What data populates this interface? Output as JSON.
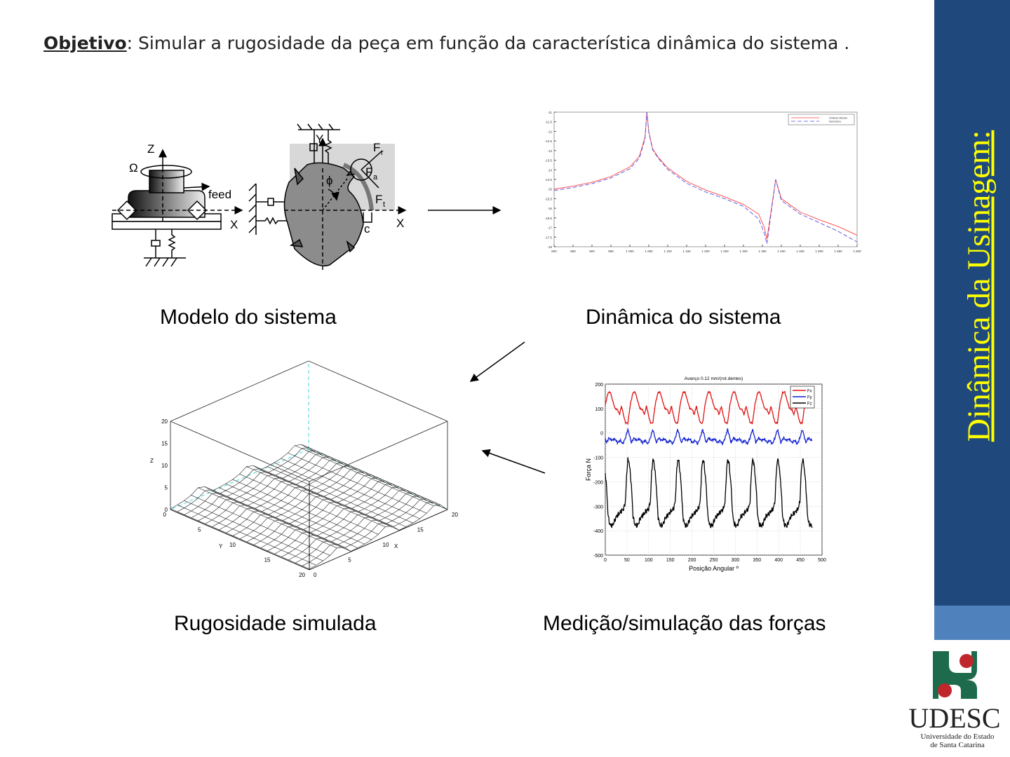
{
  "objective": {
    "label": "Objetivo",
    "text": ": Simular a rugosidade da peça em função da característica dinâmica do sistema ."
  },
  "sidebar": {
    "title": "Dinâmica da Usinagem:",
    "color": "#1f497d",
    "accent": "#ffff00"
  },
  "captions": {
    "model": "Modelo do sistema",
    "dynamics": "Dinâmica do sistema",
    "roughness": "Rugosidade simulada",
    "forces": "Medição/simulação das forças"
  },
  "model_labels": {
    "z": "Z",
    "omega": "Ω",
    "feed": "feed",
    "x_left": "X",
    "y": "Y",
    "fr": "F",
    "fr_sub": "r",
    "fa": "F",
    "fa_sub": "a",
    "ft": "F",
    "ft_sub": "t",
    "phi": "ϕ",
    "c": "c",
    "x_right": "X"
  },
  "logo": {
    "name": "UDESC",
    "line1": "Universidade do Estado",
    "line2": "de Santa Catarina",
    "green": "#1d6b4c",
    "red": "#c0272d"
  },
  "chart_data": [
    {
      "type": "line",
      "title": "",
      "xlabel": "",
      "ylabel": "",
      "xlim": [
        800,
        1600
      ],
      "ylim": [
        -18,
        -11
      ],
      "xticks": [
        800,
        850,
        900,
        950,
        1000,
        1050,
        1100,
        1150,
        1200,
        1250,
        1300,
        1350,
        1400,
        1450,
        1500,
        1550,
        1600
      ],
      "xtick_labels": [
        "800",
        "850",
        "900",
        "950",
        "1 000",
        "1 050",
        "1 100",
        "1 150",
        "1 200",
        "1 250",
        "1 300",
        "1 350",
        "1 400",
        "1 450",
        "1 500",
        "1 550",
        "1 600"
      ],
      "yticks": [
        -11,
        -11.5,
        -12,
        -12.5,
        -13,
        -13.5,
        -14,
        -14.5,
        -15,
        -15.5,
        -16,
        -16.5,
        -17,
        -17.5,
        -18
      ],
      "legend": "top-right",
      "x": [
        800,
        850,
        900,
        950,
        1000,
        1025,
        1040,
        1045,
        1050,
        1060,
        1075,
        1100,
        1150,
        1200,
        1250,
        1300,
        1340,
        1355,
        1362,
        1385,
        1400,
        1450,
        1500,
        1550,
        1600
      ],
      "series": [
        {
          "name": "Síntese Modal",
          "color": "#ff4040",
          "dash": "",
          "values": [
            -15.0,
            -14.85,
            -14.65,
            -14.35,
            -13.85,
            -13.3,
            -12.3,
            -11.0,
            -12.0,
            -12.9,
            -13.35,
            -13.9,
            -14.6,
            -15.05,
            -15.4,
            -15.8,
            -16.3,
            -17.0,
            -17.6,
            -14.5,
            -15.5,
            -16.2,
            -16.6,
            -16.95,
            -17.4
          ]
        },
        {
          "name": "Numérico",
          "color": "#5050e0",
          "dash": "6,3",
          "values": [
            -15.08,
            -14.92,
            -14.72,
            -14.42,
            -13.95,
            -13.4,
            -12.4,
            -11.0,
            -12.05,
            -12.95,
            -13.4,
            -13.98,
            -14.7,
            -15.15,
            -15.5,
            -15.9,
            -16.55,
            -17.3,
            -17.85,
            -14.5,
            -15.6,
            -16.3,
            -16.75,
            -17.2,
            -17.75
          ]
        }
      ]
    },
    {
      "type": "line",
      "title": "Avanço 0.12 mm/(rot.dentes)",
      "xlabel": "Posição Angular º",
      "ylabel": "Força N",
      "xlim": [
        0,
        500
      ],
      "ylim": [
        -500,
        200
      ],
      "grid": true,
      "legend": "top-right",
      "xticks": [
        0,
        50,
        100,
        150,
        200,
        250,
        300,
        350,
        400,
        450,
        500
      ],
      "yticks": [
        200,
        100,
        0,
        -100,
        -200,
        -300,
        -400,
        -500
      ],
      "x_end": 477,
      "period_deg": 57.5,
      "first_fz_peak_deg": 52,
      "series": [
        {
          "name": "Fx",
          "color": "#e01010",
          "profile_phase": [
            0,
            6,
            12,
            17,
            22,
            28,
            34,
            38,
            43,
            48,
            52,
            57.5
          ],
          "profile_values": [
            40,
            120,
            165,
            168,
            135,
            100,
            95,
            75,
            110,
            70,
            42,
            40
          ]
        },
        {
          "name": "Fy",
          "color": "#1020d0",
          "profile_phase": [
            0,
            4,
            8,
            14,
            20,
            28,
            34,
            40,
            46,
            52,
            57.5
          ],
          "profile_values": [
            15,
            -10,
            -40,
            -20,
            -30,
            -25,
            -40,
            -30,
            -45,
            -20,
            15
          ]
        },
        {
          "name": "Fz",
          "color": "#000000",
          "profile_phase": [
            0,
            3,
            8,
            12,
            16,
            22,
            30,
            40,
            48,
            52,
            55,
            57.5
          ],
          "profile_values": [
            -110,
            -118,
            -210,
            -340,
            -375,
            -380,
            -345,
            -325,
            -310,
            -280,
            -160,
            -110
          ]
        }
      ]
    },
    {
      "type": "surface",
      "xlabel": "X",
      "ylabel": "Y",
      "zlabel": "Z",
      "xlim": [
        0,
        20
      ],
      "ylim": [
        0,
        20
      ],
      "zlim": [
        0,
        20
      ],
      "xticks": [
        0,
        5,
        10,
        15,
        20
      ],
      "yticks": [
        0,
        5,
        10,
        15,
        20
      ],
      "zticks": [
        0,
        5,
        10,
        15,
        20
      ],
      "ridge_positions": [
        1.5,
        8.5,
        15.5
      ],
      "ridge_height": 3
    }
  ]
}
